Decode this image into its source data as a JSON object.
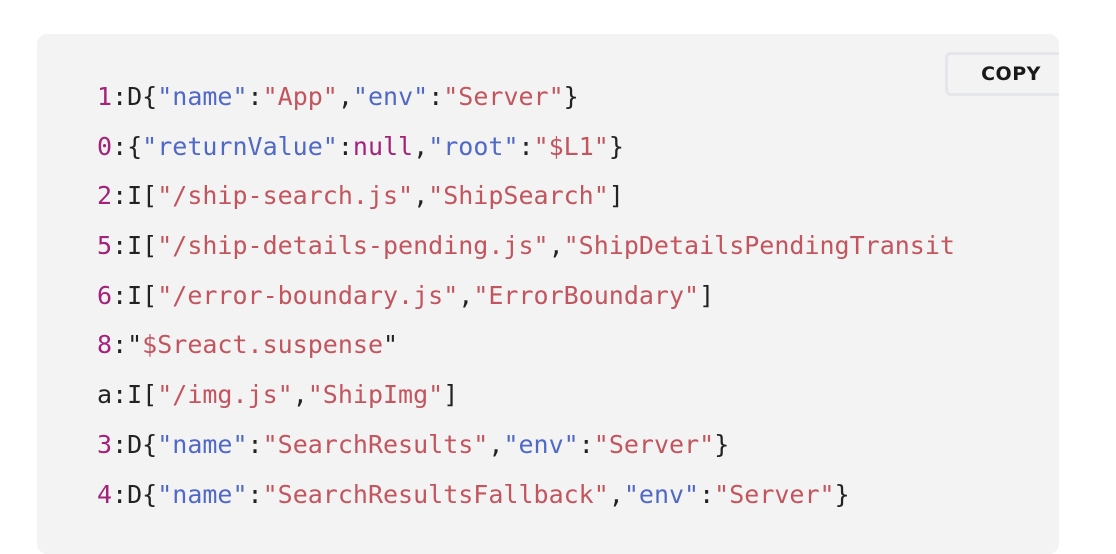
{
  "toolbar": {
    "copy_label": "COPY"
  },
  "colors": {
    "default": "#222222",
    "key": "#5069c7",
    "string": "#c2555e",
    "line_id": "#a3227a",
    "null": "#a3227a"
  },
  "code": {
    "lines": [
      {
        "id": "1",
        "tokens": [
          {
            "t": ":D{",
            "k": "default"
          },
          {
            "t": "\"name\"",
            "k": "key"
          },
          {
            "t": ":",
            "k": "default"
          },
          {
            "t": "\"App\"",
            "k": "string"
          },
          {
            "t": ",",
            "k": "default"
          },
          {
            "t": "\"env\"",
            "k": "key"
          },
          {
            "t": ":",
            "k": "default"
          },
          {
            "t": "\"Server\"",
            "k": "string"
          },
          {
            "t": "}",
            "k": "default"
          }
        ]
      },
      {
        "id": "0",
        "tokens": [
          {
            "t": ":{",
            "k": "default"
          },
          {
            "t": "\"returnValue\"",
            "k": "key"
          },
          {
            "t": ":",
            "k": "default"
          },
          {
            "t": "null",
            "k": "null"
          },
          {
            "t": ",",
            "k": "default"
          },
          {
            "t": "\"root\"",
            "k": "key"
          },
          {
            "t": ":",
            "k": "default"
          },
          {
            "t": "\"$L1\"",
            "k": "string"
          },
          {
            "t": "}",
            "k": "default"
          }
        ]
      },
      {
        "id": "2",
        "tokens": [
          {
            "t": ":I[",
            "k": "default"
          },
          {
            "t": "\"/ship-search.js\"",
            "k": "string"
          },
          {
            "t": ",",
            "k": "default"
          },
          {
            "t": "\"ShipSearch\"",
            "k": "string"
          },
          {
            "t": "]",
            "k": "default"
          }
        ]
      },
      {
        "id": "5",
        "tokens": [
          {
            "t": ":I[",
            "k": "default"
          },
          {
            "t": "\"/ship-details-pending.js\"",
            "k": "string"
          },
          {
            "t": ",",
            "k": "default"
          },
          {
            "t": "\"ShipDetailsPendingTransit",
            "k": "string"
          }
        ]
      },
      {
        "id": "6",
        "tokens": [
          {
            "t": ":I[",
            "k": "default"
          },
          {
            "t": "\"/error-boundary.js\"",
            "k": "string"
          },
          {
            "t": ",",
            "k": "default"
          },
          {
            "t": "\"ErrorBoundary\"",
            "k": "string"
          },
          {
            "t": "]",
            "k": "default"
          }
        ]
      },
      {
        "id": "8",
        "tokens": [
          {
            "t": ":\"",
            "k": "default"
          },
          {
            "t": "$Sreact.suspense",
            "k": "string"
          },
          {
            "t": "\"",
            "k": "default"
          }
        ]
      },
      {
        "id": "a",
        "idKind": "default",
        "tokens": [
          {
            "t": ":I[",
            "k": "default"
          },
          {
            "t": "\"/img.js\"",
            "k": "string"
          },
          {
            "t": ",",
            "k": "default"
          },
          {
            "t": "\"ShipImg\"",
            "k": "string"
          },
          {
            "t": "]",
            "k": "default"
          }
        ]
      },
      {
        "id": "3",
        "tokens": [
          {
            "t": ":D{",
            "k": "default"
          },
          {
            "t": "\"name\"",
            "k": "key"
          },
          {
            "t": ":",
            "k": "default"
          },
          {
            "t": "\"SearchResults\"",
            "k": "string"
          },
          {
            "t": ",",
            "k": "default"
          },
          {
            "t": "\"env\"",
            "k": "key"
          },
          {
            "t": ":",
            "k": "default"
          },
          {
            "t": "\"Server\"",
            "k": "string"
          },
          {
            "t": "}",
            "k": "default"
          }
        ]
      },
      {
        "id": "4",
        "tokens": [
          {
            "t": ":D{",
            "k": "default"
          },
          {
            "t": "\"name\"",
            "k": "key"
          },
          {
            "t": ":",
            "k": "default"
          },
          {
            "t": "\"SearchResultsFallback\"",
            "k": "string"
          },
          {
            "t": ",",
            "k": "default"
          },
          {
            "t": "\"env\"",
            "k": "key"
          },
          {
            "t": ":",
            "k": "default"
          },
          {
            "t": "\"Server\"",
            "k": "string"
          },
          {
            "t": "}",
            "k": "default"
          }
        ]
      }
    ]
  }
}
